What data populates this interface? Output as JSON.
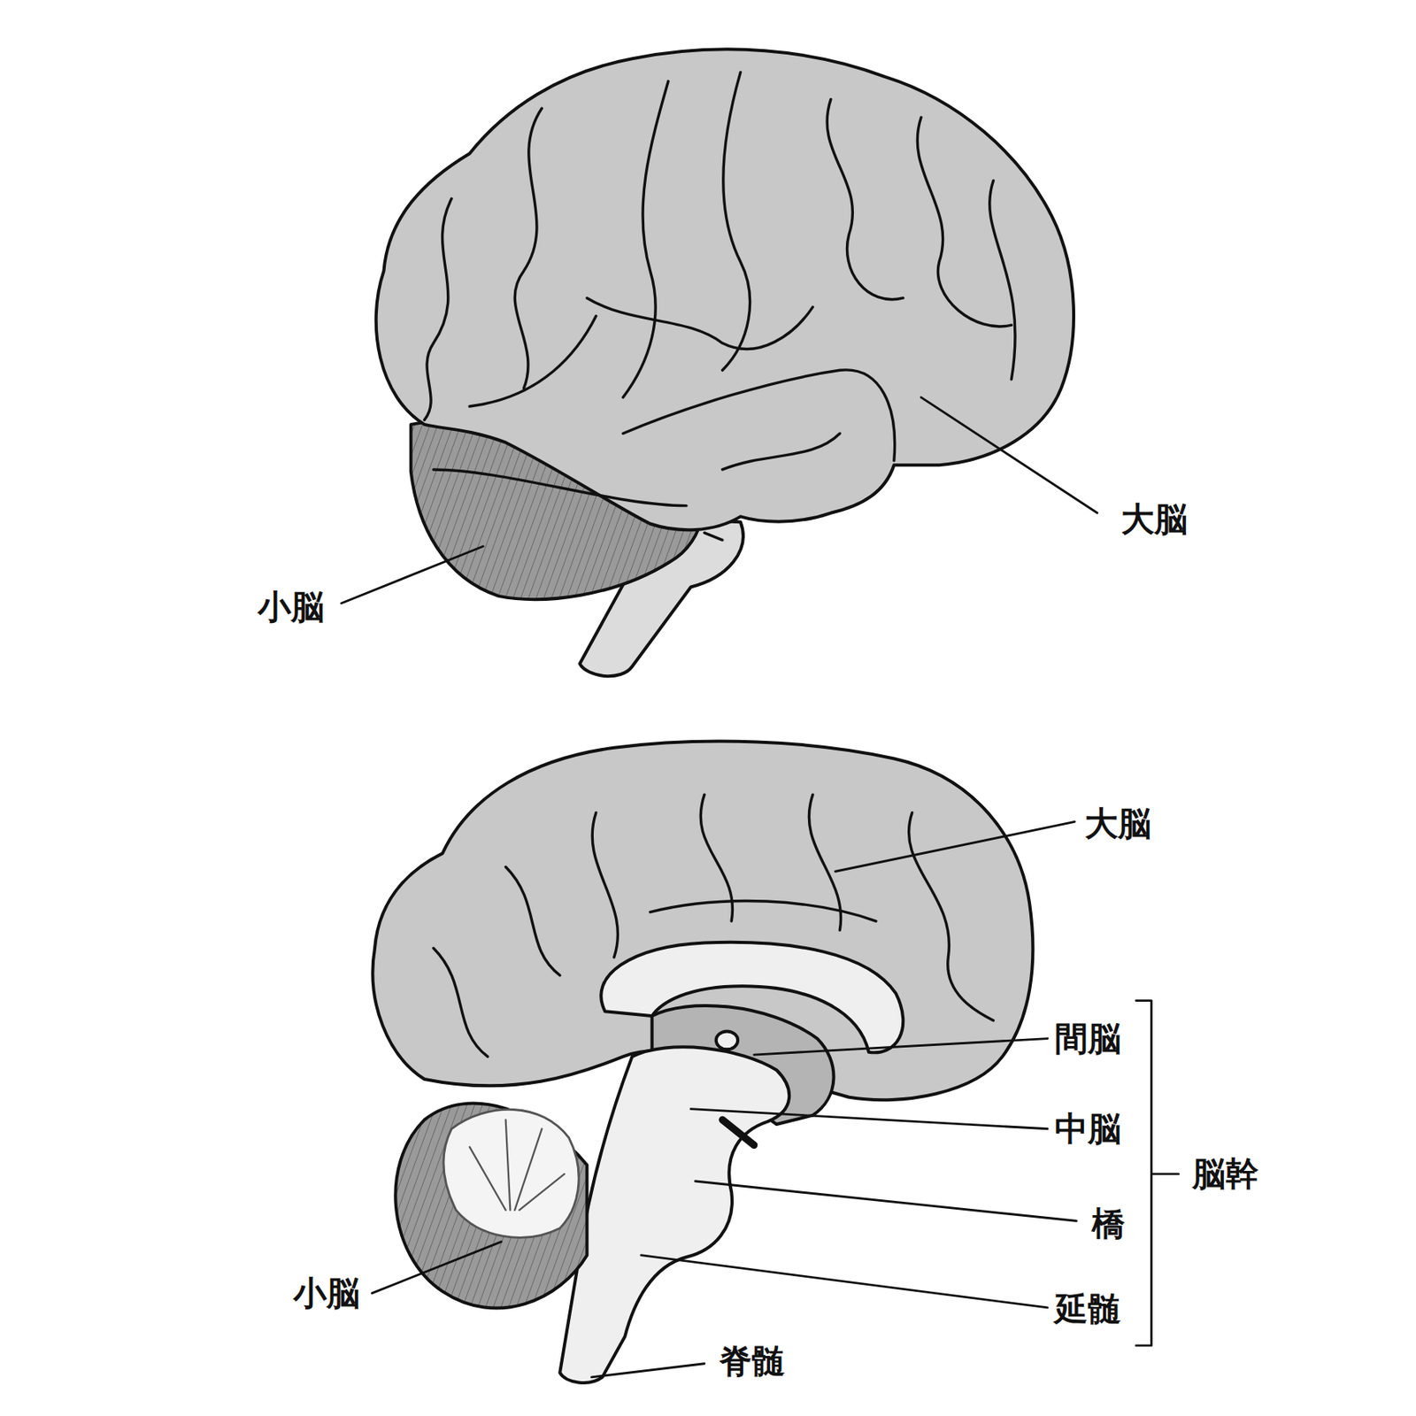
{
  "diagram": {
    "labels": [
      "大脳",
      "小脳",
      "大脳",
      "間脳",
      "中脳",
      "脳幹",
      "橋",
      "小脳",
      "延髄",
      "脊髄"
    ]
  }
}
